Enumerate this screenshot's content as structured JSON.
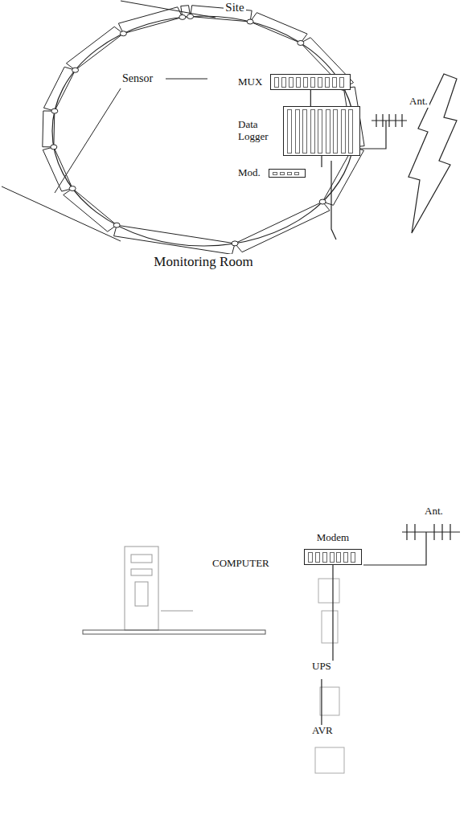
{
  "diagram": {
    "nodes": [
      {
        "text": [
          "MUX"
        ]
      },
      {
        "text": [
          "Data Logger"
        ]
      },
      {
        "text": [
          "Mod."
        ]
      },
      {
        "text": [
          "Modem"
        ]
      },
      {
        "text": [
          "UPS"
        ]
      },
      {
        "text": [
          "AVR"
        ]
      }
    ],
    "edges": [
      {
        "from": 0,
        "to": 1,
        "arrow": "none"
      },
      {
        "from": 1,
        "to": 2,
        "arrow": "none"
      },
      {
        "from": 3,
        "to": 4,
        "arrow": "none"
      },
      {
        "from": 4,
        "to": 5,
        "arrow": "none"
      }
    ],
    "labels": [
      "Site",
      "Sensor",
      "Ant.",
      "Monitoring Room",
      "Ant.",
      "COMPUTER"
    ]
  }
}
